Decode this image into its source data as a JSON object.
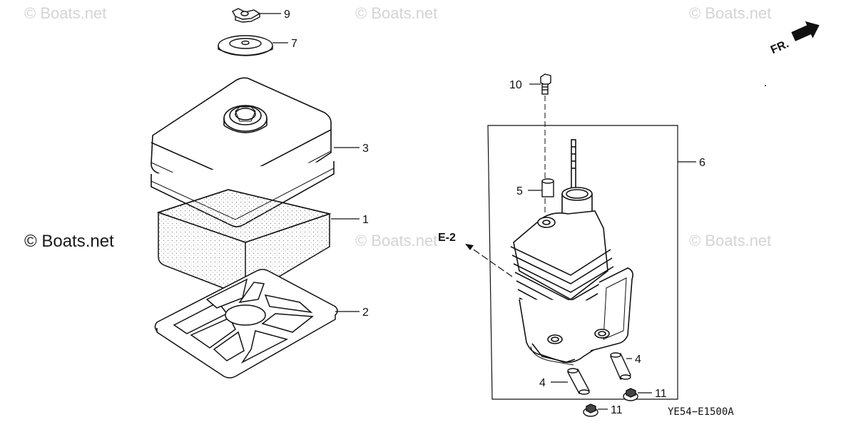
{
  "watermarks": {
    "top_left": "© Boats.net",
    "top_center": "© Boats.net",
    "top_right": "© Boats.net",
    "mid_left": "© Boats.net",
    "mid_center": "© Boats.net",
    "mid_right": "© Boats.net"
  },
  "parts": {
    "p9": "9",
    "p7": "7",
    "p3": "3",
    "p1": "1",
    "p2": "2",
    "p10": "10",
    "p6": "6",
    "p5": "5",
    "p4a": "4",
    "p4b": "4",
    "p11a": "11",
    "p11b": "11"
  },
  "reference": "E-2",
  "direction": "FR.",
  "diagram_code": "YE54−E1500A"
}
